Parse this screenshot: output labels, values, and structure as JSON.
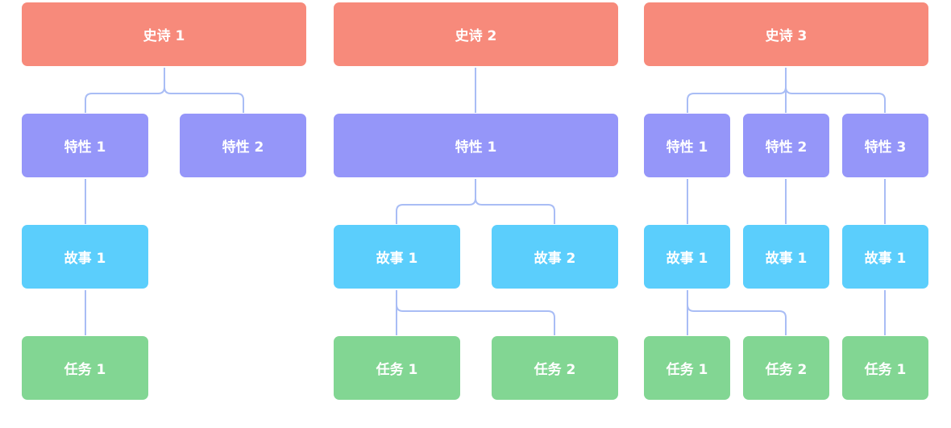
{
  "colors": {
    "epic": "#f78a7b",
    "feature": "#9596f9",
    "story": "#5bcefc",
    "task": "#82d693",
    "connector": "#a9bdf5"
  },
  "columns": [
    {
      "epic": "史诗 1",
      "features": [
        "特性 1",
        "特性 2"
      ],
      "stories": [
        "故事 1"
      ],
      "tasks": [
        "任务 1"
      ]
    },
    {
      "epic": "史诗 2",
      "features": [
        "特性 1"
      ],
      "stories": [
        "故事 1",
        "故事 2"
      ],
      "tasks": [
        "任务 1",
        "任务 2"
      ]
    },
    {
      "epic": "史诗 3",
      "features": [
        "特性 1",
        "特性 2",
        "特性 3"
      ],
      "stories": [
        "故事 1",
        "故事 1",
        "故事 1"
      ],
      "tasks": [
        "任务 1",
        "任务 2",
        "任务 1"
      ]
    }
  ]
}
